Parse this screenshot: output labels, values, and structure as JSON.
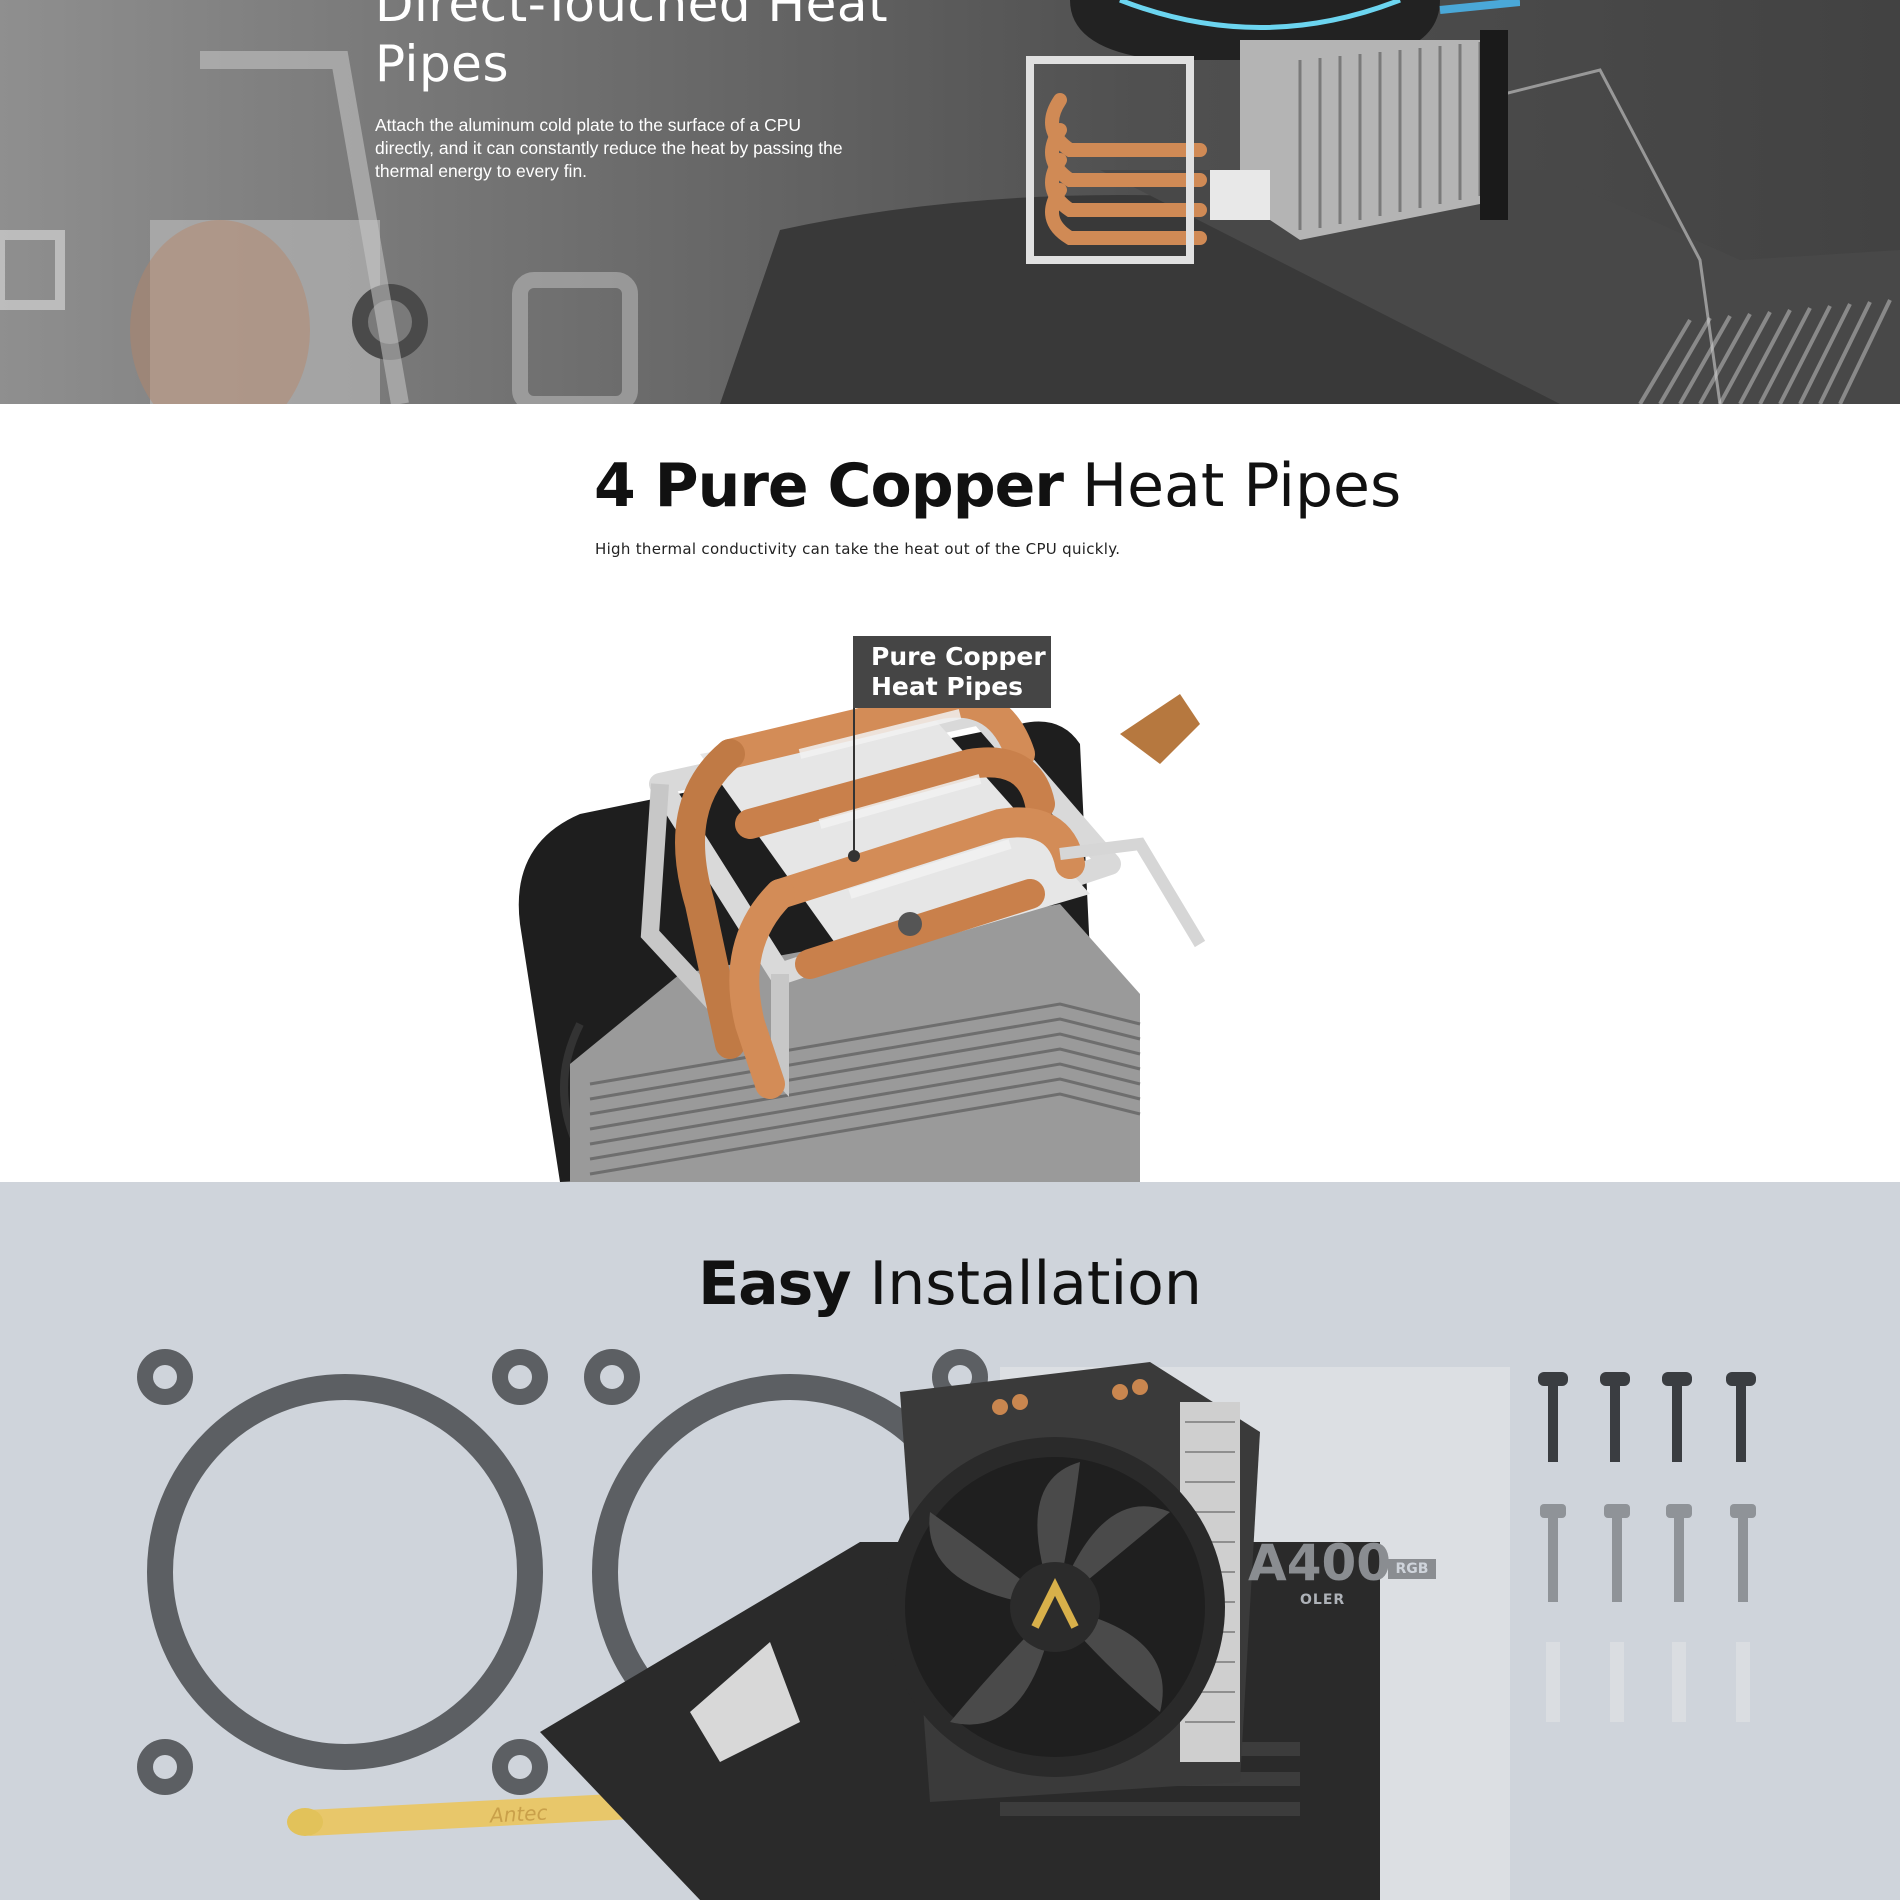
{
  "hero": {
    "title_line1": "Direct-Touched Heat",
    "title_line2": "Pipes",
    "description": "Attach the aluminum cold plate to the surface of a CPU directly, and it can constantly reduce the heat by passing the thermal energy to every fin."
  },
  "heat_pipes": {
    "heading_bold": "4 Pure Copper",
    "heading_regular": "Heat Pipes",
    "subtitle": "High thermal conductivity can take the heat out of the CPU quickly.",
    "callout_line1": "Pure Copper",
    "callout_line2": "Heat Pipes"
  },
  "installation": {
    "heading_bold": "Easy",
    "heading_regular": "Installation",
    "box_model": "A400",
    "box_badge": "RGB",
    "box_sub": "OLER",
    "tube_label": "Antec"
  },
  "colors": {
    "hero_bg": "#5a5a5a",
    "copper": "#d08a55",
    "install_bg": "#cfd4db",
    "callout_bg": "#454545"
  }
}
